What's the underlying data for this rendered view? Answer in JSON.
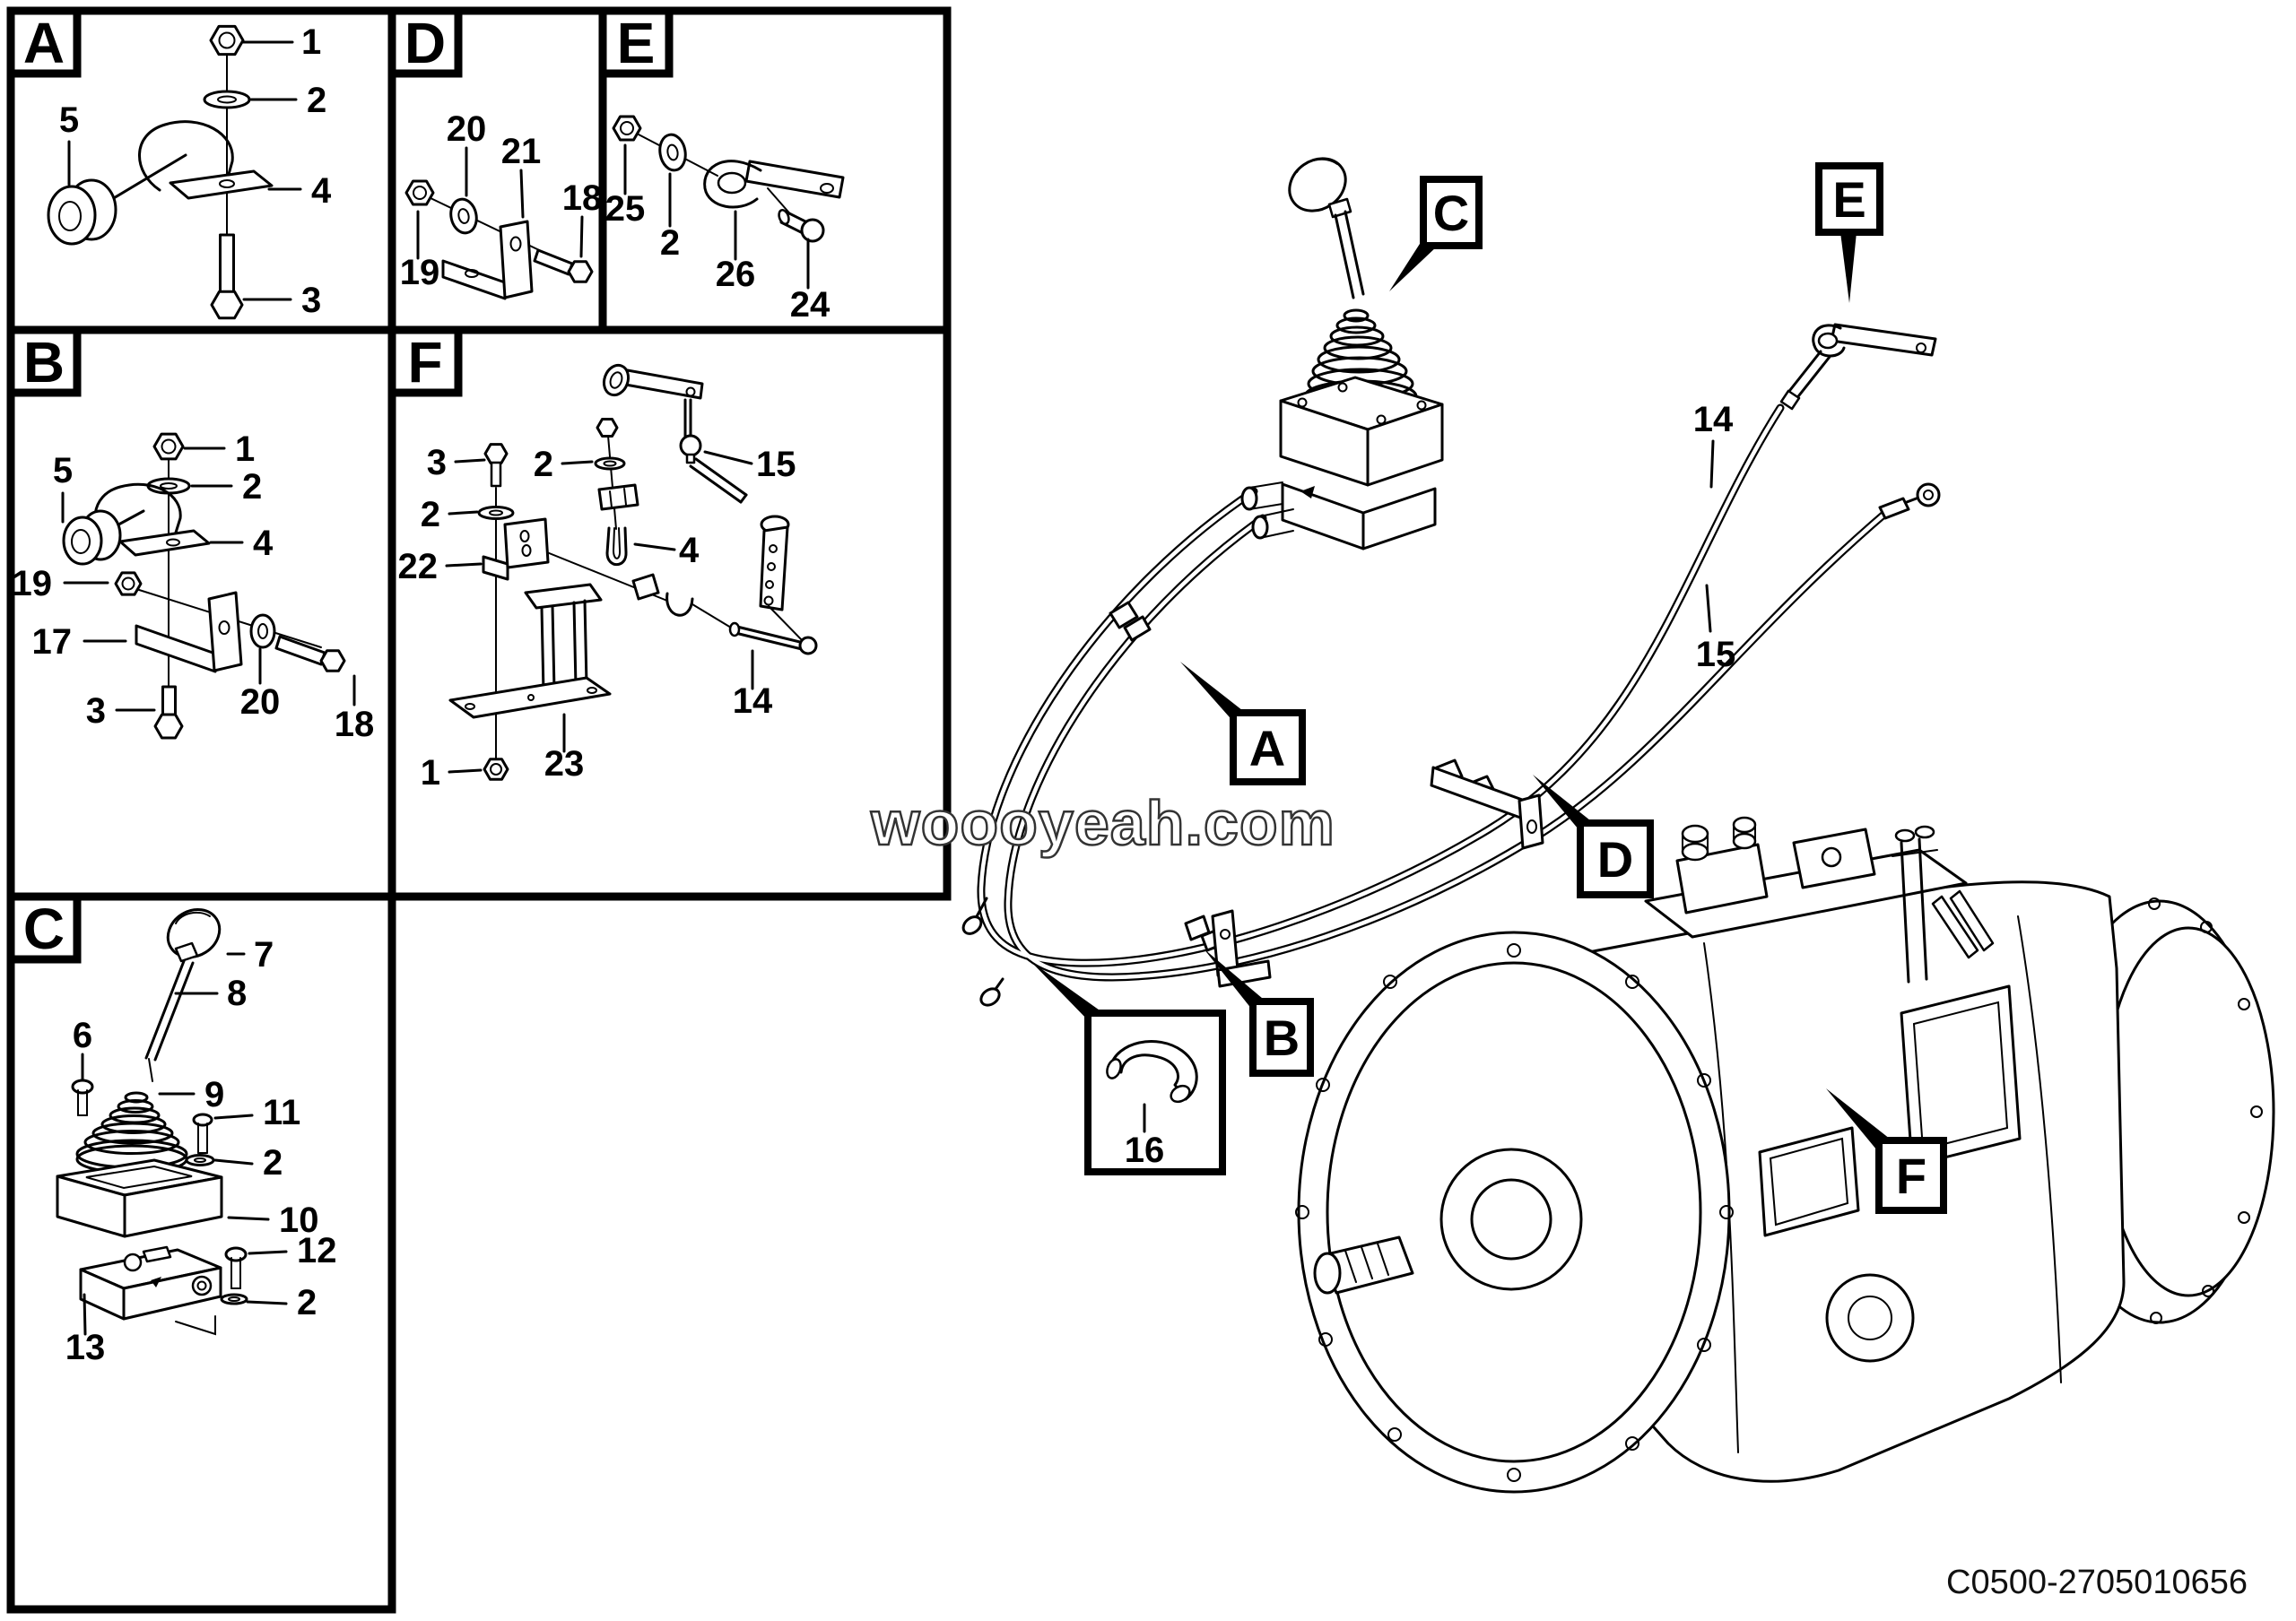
{
  "watermark": {
    "text": "woooyeah.com"
  },
  "footer": {
    "part_code": "C0500-2705010656"
  },
  "colors": {
    "line": "#000000",
    "background": "#ffffff",
    "watermark_outline": "#333333"
  },
  "panels": {
    "A": {
      "letter": "A",
      "labels": {
        "n1": "1",
        "n2": "2",
        "n3": "3",
        "n4": "4",
        "n5": "5"
      }
    },
    "B": {
      "letter": "B",
      "labels": {
        "n1": "1",
        "n2": "2",
        "n3": "3",
        "n4": "4",
        "n5": "5",
        "n17": "17",
        "n18": "18",
        "n19": "19",
        "n20": "20"
      }
    },
    "C": {
      "letter": "C",
      "labels": {
        "n2a": "2",
        "n2b": "2",
        "n6": "6",
        "n7": "7",
        "n8": "8",
        "n9": "9",
        "n10": "10",
        "n11": "11",
        "n12": "12",
        "n13": "13"
      }
    },
    "D": {
      "letter": "D",
      "labels": {
        "n18": "18",
        "n19": "19",
        "n20": "20",
        "n21": "21"
      }
    },
    "E": {
      "letter": "E",
      "labels": {
        "n2": "2",
        "n24": "24",
        "n25": "25",
        "n26": "26"
      }
    },
    "F": {
      "letter": "F",
      "labels": {
        "n1": "1",
        "n2a": "2",
        "n2b": "2",
        "n3": "3",
        "n4": "4",
        "n14": "14",
        "n15": "15",
        "n22": "22",
        "n23": "23"
      }
    }
  },
  "assembly": {
    "callouts": {
      "A": "A",
      "B": "B",
      "C": "C",
      "D": "D",
      "E": "E",
      "F": "F"
    },
    "labels": {
      "n14": "14",
      "n15": "15",
      "n16": "16"
    }
  }
}
